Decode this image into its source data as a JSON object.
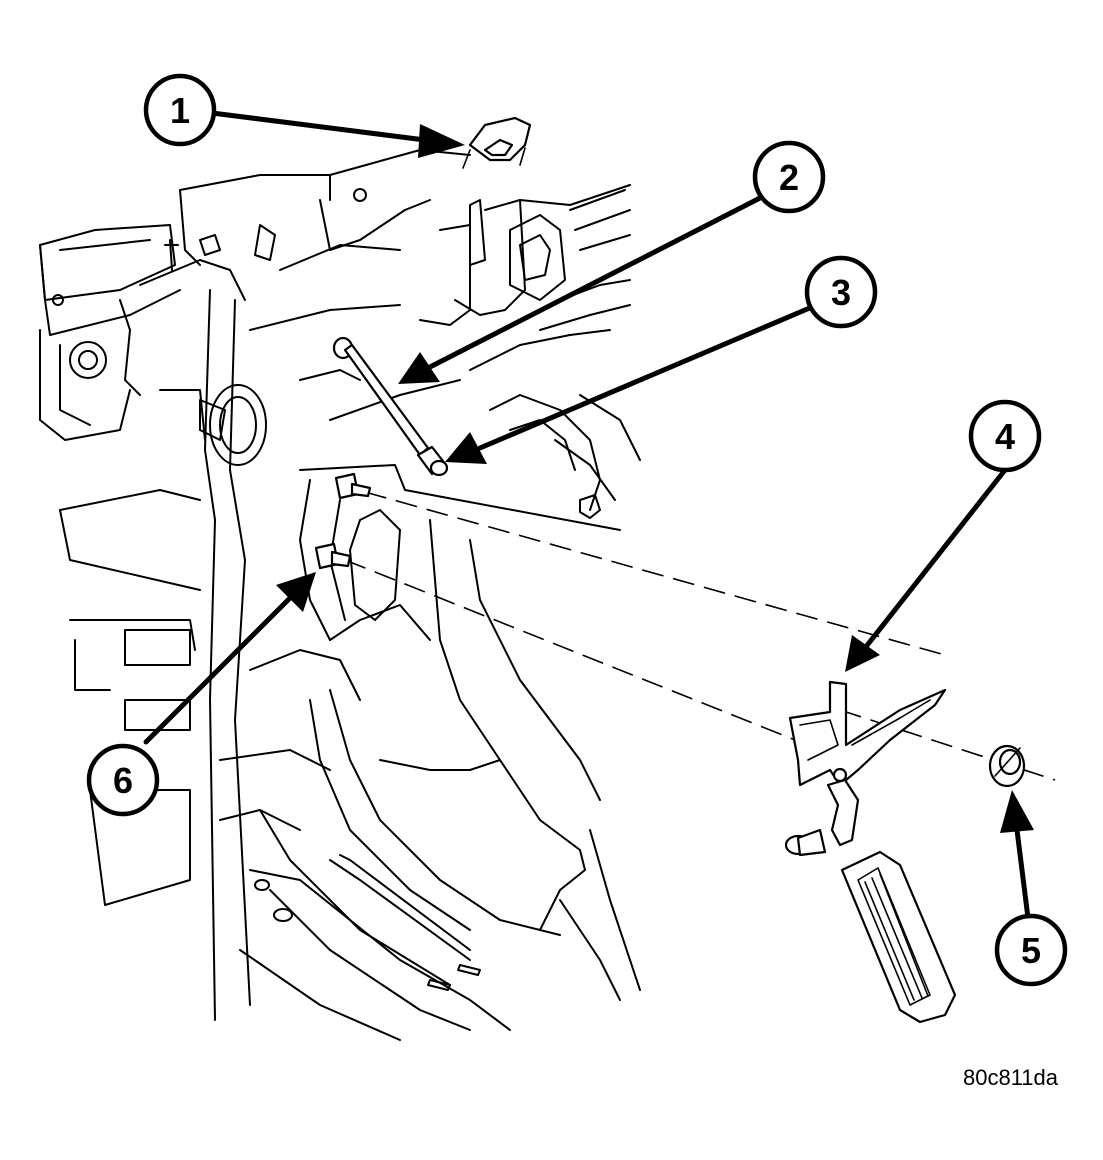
{
  "figure_code": "80c811da",
  "callouts": [
    {
      "label": "1"
    },
    {
      "label": "2"
    },
    {
      "label": "3"
    },
    {
      "label": "4"
    },
    {
      "label": "5"
    },
    {
      "label": "6"
    }
  ]
}
